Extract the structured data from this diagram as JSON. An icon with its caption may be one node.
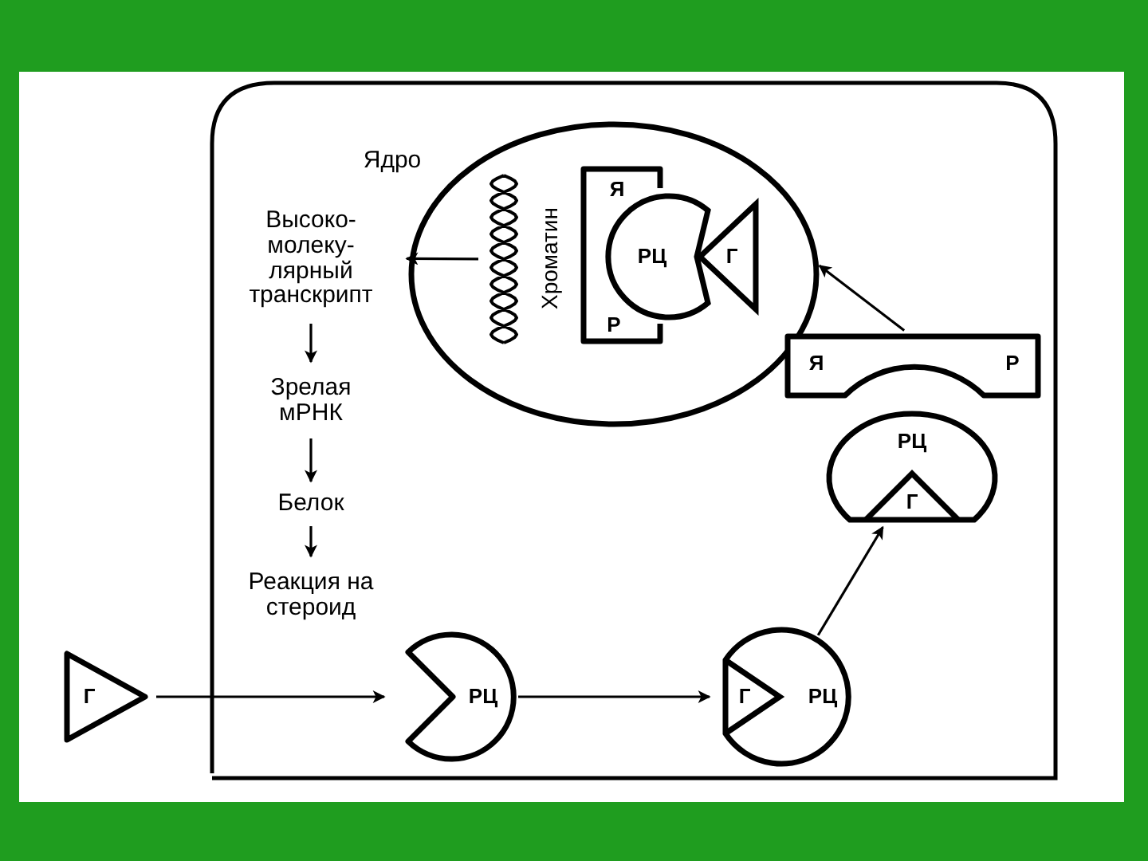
{
  "diagram": {
    "nodes": [
      {
        "text": [
          "Ядро"
        ]
      },
      {
        "text": [
          "Хроматин"
        ],
        "in": 0
      },
      {
        "text": [
          "Я",
          "Р"
        ],
        "in": 0
      },
      {
        "text": [
          "РЦ",
          "Г"
        ],
        "in": 0
      },
      {
        "text": [
          "Высоко- молеку- лярный транскрипт"
        ]
      },
      {
        "text": [
          "Зрелая мРНК"
        ]
      },
      {
        "text": [
          "Белок"
        ]
      },
      {
        "text": [
          "Реакция на стероид"
        ]
      },
      {
        "text": [
          "Г"
        ]
      },
      {
        "text": [
          "РЦ"
        ]
      },
      {
        "text": [
          "Г",
          "РЦ"
        ]
      },
      {
        "text": [
          "РЦ",
          "Г"
        ]
      },
      {
        "text": [
          "Я",
          "Р"
        ]
      }
    ],
    "edges": [
      {
        "from": 1,
        "to": 4,
        "arrow": "to"
      },
      {
        "from": 4,
        "to": 5,
        "arrow": "to"
      },
      {
        "from": 5,
        "to": 6,
        "arrow": "to"
      },
      {
        "from": 6,
        "to": 7,
        "arrow": "to"
      },
      {
        "from": 8,
        "to": 9,
        "arrow": "to"
      },
      {
        "from": 9,
        "to": 10,
        "arrow": "to"
      },
      {
        "from": 10,
        "to": 11,
        "arrow": "to"
      },
      {
        "from": 12,
        "to": 0,
        "arrow": "to"
      }
    ]
  }
}
